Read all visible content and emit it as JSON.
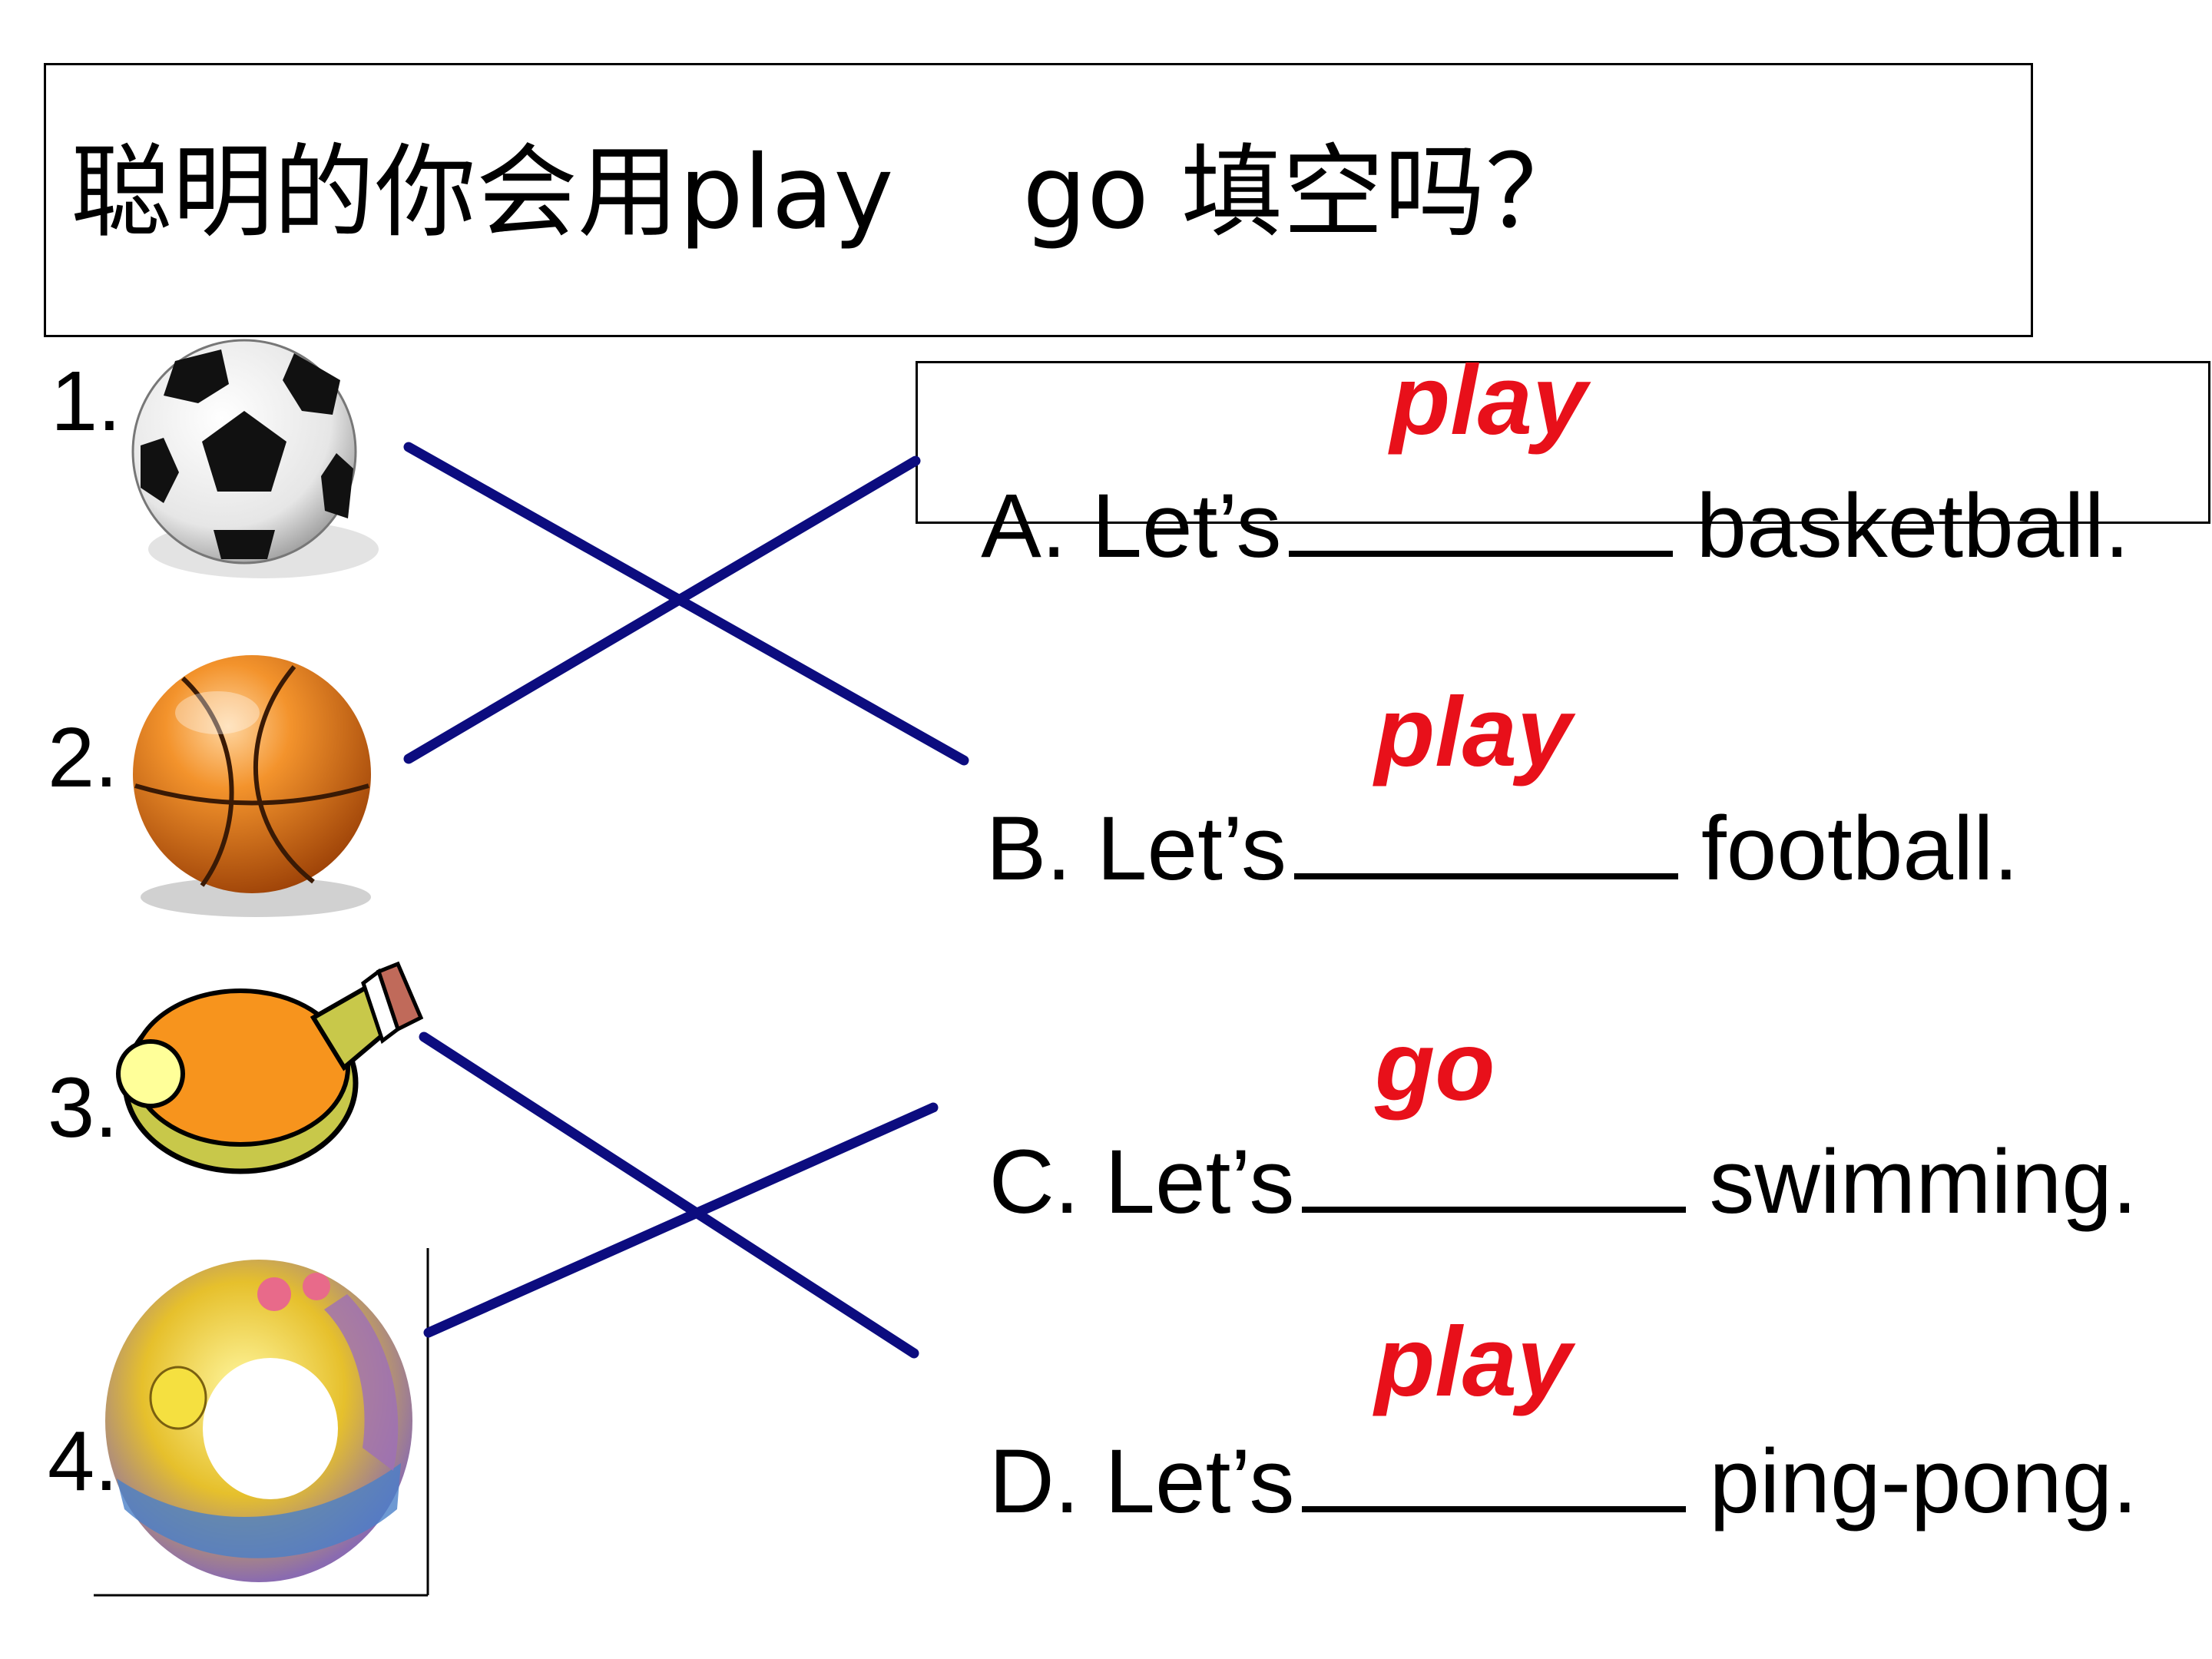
{
  "title": "聪明的你会用play    go 填空吗？",
  "items": [
    {
      "number": "1.",
      "icon": "soccer-ball-icon"
    },
    {
      "number": "2.",
      "icon": "basketball-icon"
    },
    {
      "number": "3.",
      "icon": "ping-pong-paddle-icon"
    },
    {
      "number": "4.",
      "icon": "swim-ring-icon"
    }
  ],
  "sentences": [
    {
      "prefix": "A. Let’s",
      "answer": "play",
      "suffix": "basketball."
    },
    {
      "prefix": "B. Let’s",
      "answer": "play",
      "suffix": "football."
    },
    {
      "prefix": "C. Let’s",
      "answer": "go",
      "suffix": "swimming."
    },
    {
      "prefix": "D. Let’s",
      "answer": "play",
      "suffix": "ping-pong."
    }
  ],
  "colors": {
    "answer": "#e8101a",
    "line": "#0c0c7f"
  }
}
